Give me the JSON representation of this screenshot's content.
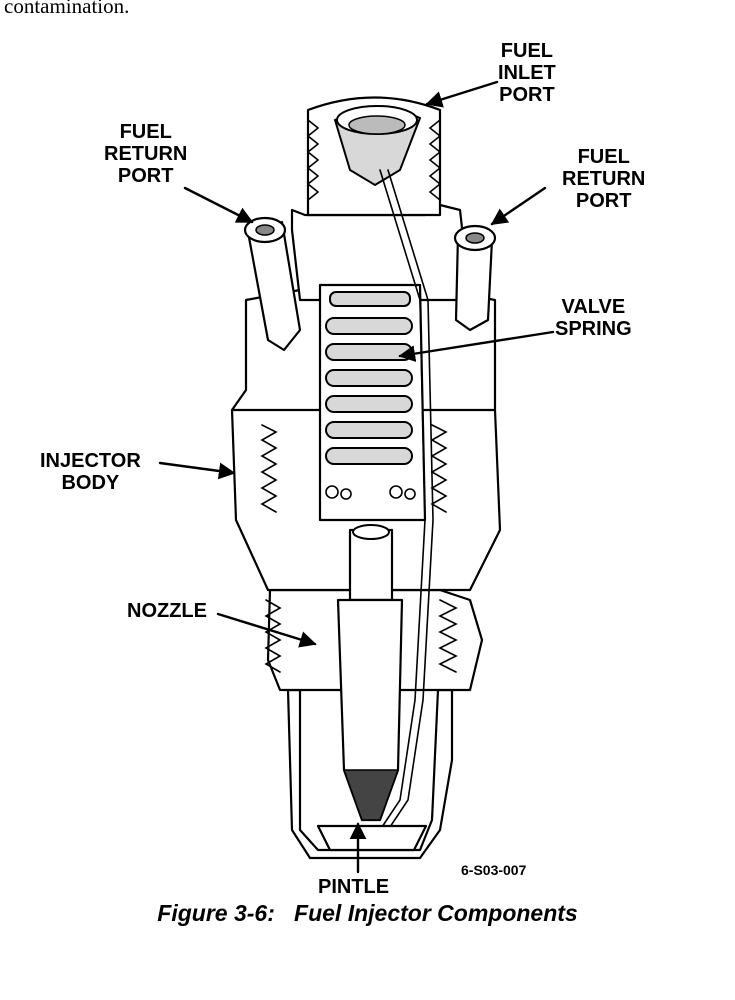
{
  "document": {
    "top_text": "contamination."
  },
  "diagram": {
    "labels": {
      "fuel_inlet_port": [
        "FUEL",
        "INLET",
        "PORT"
      ],
      "fuel_return_port_left": [
        "FUEL",
        "RETURN",
        "PORT"
      ],
      "fuel_return_port_right": [
        "FUEL",
        "RETURN",
        "PORT"
      ],
      "valve_spring": [
        "VALVE",
        "SPRING"
      ],
      "injector_body": [
        "INJECTOR",
        "BODY"
      ],
      "nozzle": [
        "NOZZLE"
      ],
      "pintle": [
        "PINTLE"
      ]
    },
    "figure_id": "6-S03-007",
    "caption": "Figure 3-6:   Fuel Injector Components"
  }
}
